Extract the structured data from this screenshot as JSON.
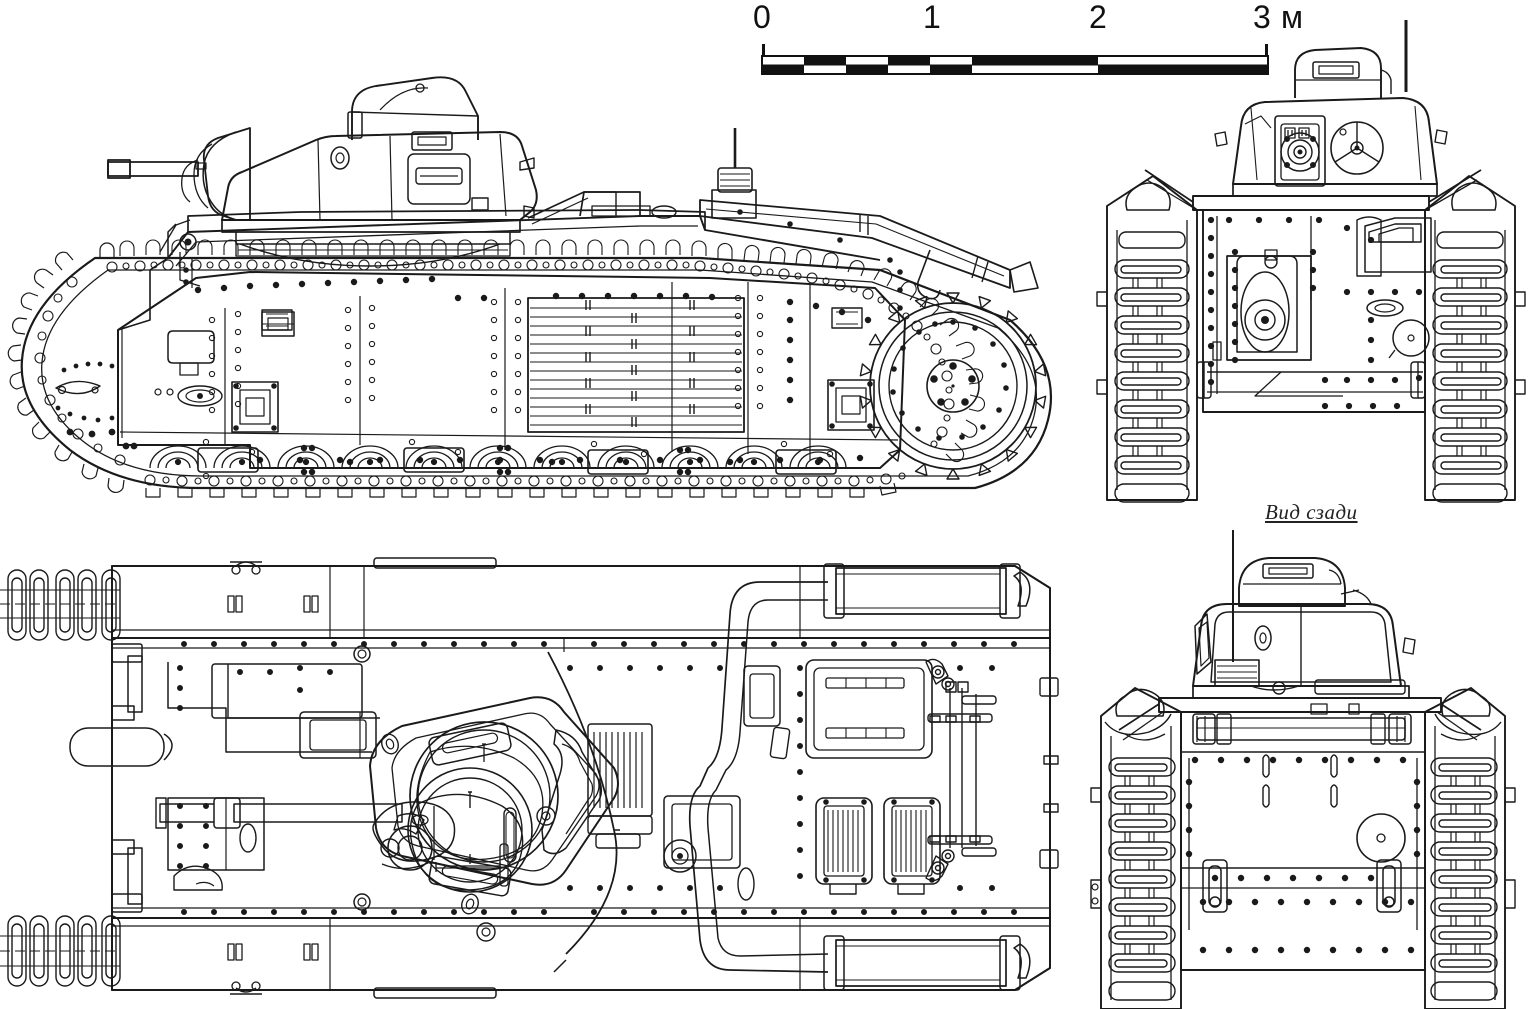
{
  "drawing": {
    "subject": "Char B1 bis heavy tank orthographic projection drawing",
    "background_color": "#ffffff",
    "line_color": "#1a1a1a",
    "views": [
      {
        "id": "side-view",
        "label": ""
      },
      {
        "id": "front-view",
        "label": ""
      },
      {
        "id": "plan-view",
        "label": ""
      },
      {
        "id": "rear-view",
        "label": "Вид сзади"
      }
    ]
  },
  "scale_bar": {
    "unit_label": "м",
    "ticks": [
      "0",
      "1",
      "2",
      "3"
    ],
    "segments_per_unit": 2,
    "bar_color": "#111111"
  },
  "labels": {
    "rear_view": "Вид сзади"
  }
}
